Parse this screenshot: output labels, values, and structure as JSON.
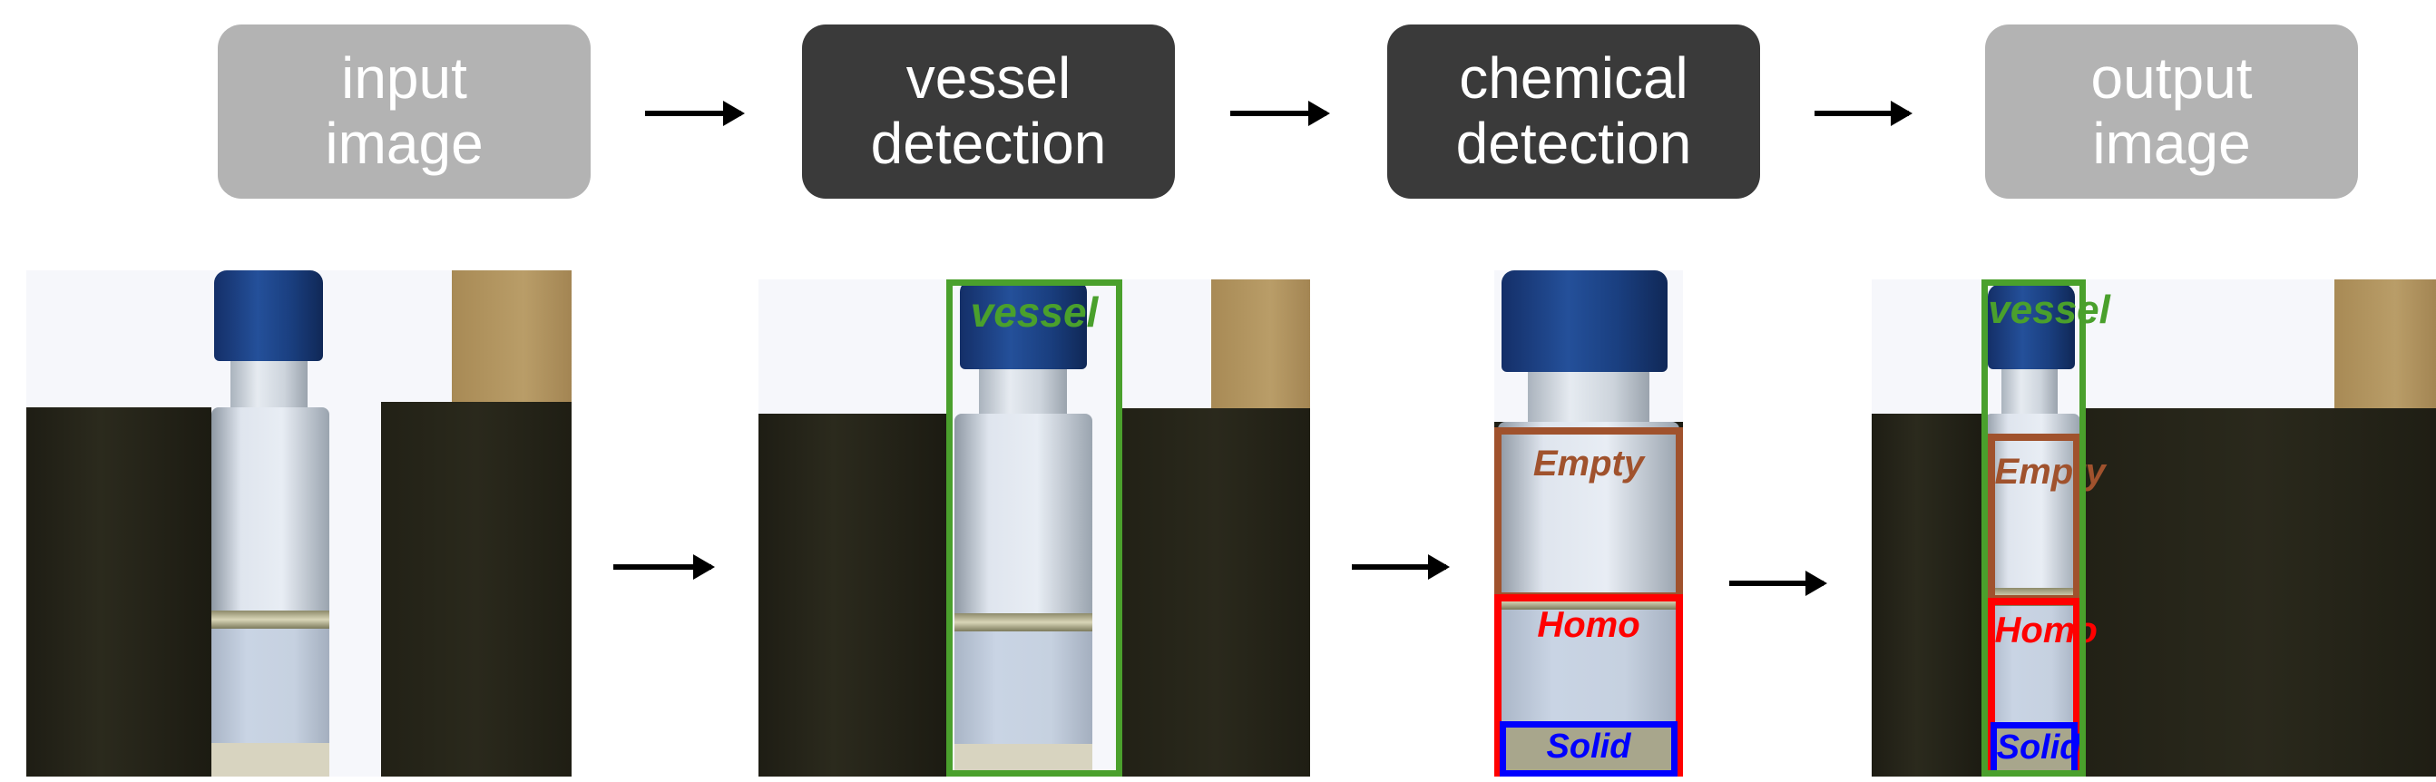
{
  "pipeline": {
    "steps": [
      {
        "label": "input\nimage",
        "style": "light"
      },
      {
        "label": "vessel\ndetection",
        "style": "dark"
      },
      {
        "label": "chemical\ndetection",
        "style": "dark"
      },
      {
        "label": "output\nimage",
        "style": "light"
      }
    ]
  },
  "detections": {
    "vessel": "vessel",
    "empty": "Empty",
    "homo": "Homo",
    "solid": "Solid"
  },
  "colors": {
    "vessel": "#4aa02c",
    "empty": "#a0522d",
    "homo": "#ff0000",
    "solid": "#0000ff"
  }
}
